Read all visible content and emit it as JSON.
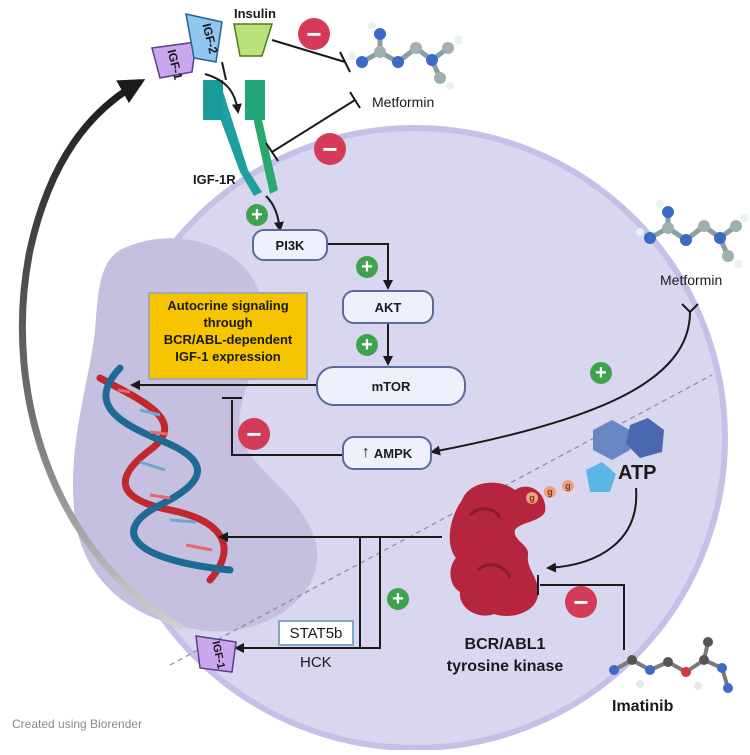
{
  "labels": {
    "insulin": "Insulin",
    "igf2": "IGF-2",
    "igf1_top": "IGF-1",
    "metformin_top": "Metformin",
    "igf1r": "IGF-1R",
    "pi3k": "PI3K",
    "akt": "AKT",
    "mtor": "mTOR",
    "ampk": "AMPK",
    "metformin_right": "Metformin",
    "atp": "ATP",
    "phosphate": "g",
    "bcr_abl_line1": "BCR/ABL1",
    "bcr_abl_line2": "tyrosine kinase",
    "imatinib": "Imatinib",
    "stat5b": "STAT5b",
    "hck": "HCK",
    "igf1_bottom": "IGF-1",
    "credit": "Created using Biorender"
  },
  "autocrine": {
    "lines": [
      "Autocrine signaling",
      "through",
      "BCR/ABL-dependent",
      "IGF-1 expression"
    ]
  },
  "signs": {
    "plus": "+",
    "minus": "−"
  },
  "colors": {
    "cell_fill": "#d9d6ef",
    "cell_border": "#c3bde6",
    "nucleus_fill": "#c5c0e0",
    "node_fill": "#eef1fb",
    "node_border": "#5b6a96",
    "plus": "#3fa34d",
    "minus": "#d43b57",
    "autocrine_box": "#f7c400",
    "kinase": "#b5263e",
    "atp_hexagon": "#6a86c2",
    "atp_pentagon": "#5bb6e6",
    "phosphate": "#f0a07a",
    "dna_red": "#c0282e",
    "dna_blue": "#1f6a94",
    "receptor_teal": "#1fa0a0",
    "receptor_green": "#2aa870",
    "insulin": "#b9e27a",
    "igf2": "#8fc7ef",
    "igf1": "#c9a7ec"
  }
}
